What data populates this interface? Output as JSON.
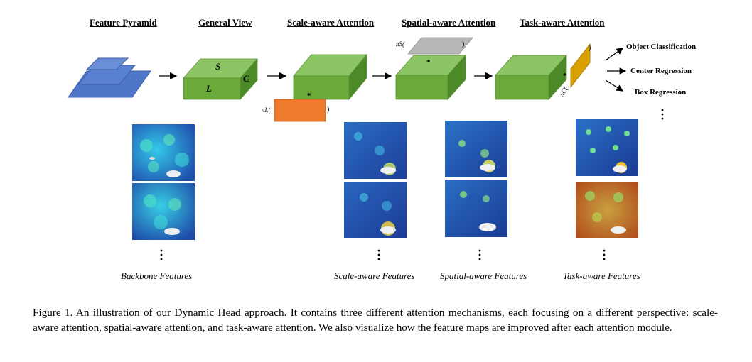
{
  "headers": {
    "feature_pyramid": "Feature Pyramid",
    "general_view": "General View",
    "scale_aware": "Scale-aware Attention",
    "spatial_aware": "Spatial-aware Attention",
    "task_aware": "Task-aware Attention"
  },
  "cube_letters": {
    "s": "S",
    "c": "C",
    "l": "L"
  },
  "pi_labels": {
    "scale": "πL(",
    "spatial": "πS(",
    "task": "πC(",
    "close": ")"
  },
  "operator": "*",
  "outputs": {
    "classification": "Object Classification",
    "center": "Center Regression",
    "box": "Box Regression"
  },
  "feature_labels": {
    "backbone": "Backbone Features",
    "scale": "Scale-aware Features",
    "spatial": "Spatial-aware Features",
    "task": "Task-aware Features"
  },
  "caption": "Figure 1. An illustration of our Dynamic Head approach. It contains three different attention mechanisms, each focusing on a different perspective: scale-aware attention, spatial-aware attention, and task-aware attention. We also visualize how the feature maps are improved after each attention module.",
  "colors": {
    "pyramid": "#4f76c9",
    "cube_front": "#6aaa3a",
    "cube_top": "#8cc563",
    "cube_side": "#4b8a27",
    "scale_rect": "#ee7b2e",
    "spatial_rect": "#b7b7b7",
    "task_rect": "#d9a100"
  }
}
